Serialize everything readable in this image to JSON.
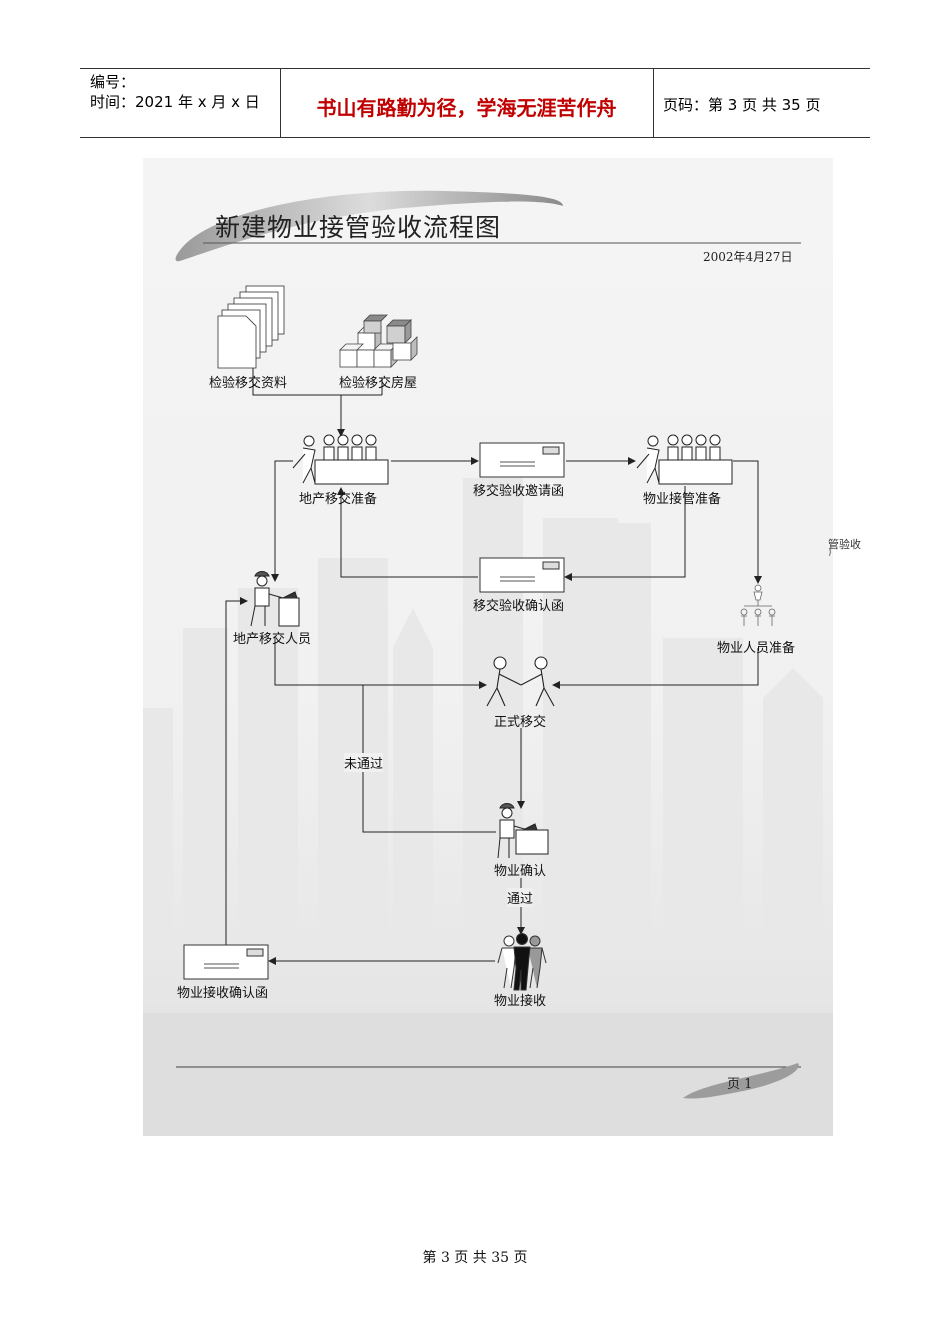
{
  "header": {
    "serial_label": "编号：",
    "time_label": "时间：2021 年 x 月 x 日",
    "motto": "书山有路勤为径，学海无涯苦作舟",
    "page_label": "页码：第 3 页  共 35 页"
  },
  "figure": {
    "title": "新建物业接管验收流程图",
    "date": "2002年4月27日",
    "nodes": {
      "inspect_docs": "检验移交资料",
      "inspect_house": "检验移交房屋",
      "developer_prep": "地产移交准备",
      "invite_letter": "移交验收邀请函",
      "property_prep": "物业接管准备",
      "confirm_letter": "移交验收确认函",
      "developer_staff": "地产移交人员",
      "property_staff": "物业人员准备",
      "formal_handover": "正式移交",
      "property_confirm": "物业确认",
      "property_receive": "物业接收",
      "receive_letter": "物业接收确认函"
    },
    "edge_labels": {
      "not_passed": "未通过",
      "passed": "通过"
    },
    "page_marker": "页  1"
  },
  "side_text": "管验收",
  "side_text2": ")",
  "footer": "第  3  页  共  35  页"
}
